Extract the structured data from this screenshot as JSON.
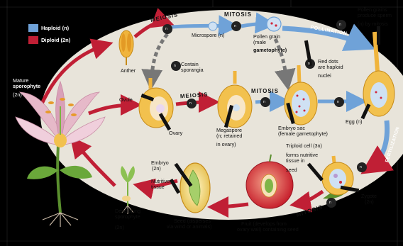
{
  "legend": {
    "haploid": {
      "label": "Haploid (n)",
      "color": "#6fa2d8"
    },
    "diploid": {
      "label": "Diploid (2n)",
      "color": "#c01f35"
    }
  },
  "colors": {
    "background": "#000000",
    "panel": "#e8e4da",
    "red_arrow": "#c01f35",
    "blue_arrow": "#6fa2d8",
    "dashed_arrow": "#777777",
    "anther": "#f0b43c",
    "ovule": "#f2c14e",
    "stem": "#5a8f2e"
  },
  "process_labels": {
    "meiosis_top": "MEIOSIS",
    "mitosis_top": "MITOSIS",
    "pollination": "POLLINATION",
    "meiosis_mid": "MEIOSIS",
    "mitosis_mid": "MITOSIS",
    "fertilization": "FERTILIZATION",
    "mitosis_bottom": "MITOSIS"
  },
  "labels": {
    "mature_sporophyte_1": "Mature",
    "mature_sporophyte_2": "sporophyte",
    "mature_sporophyte_3": "(2n)",
    "anther": "Anther",
    "contain_1": "Contain",
    "contain_2": "sporangia",
    "microspore": "Microspore (n)",
    "pollen_grain_1": "Pollen grain",
    "pollen_grain_2": "(male",
    "pollen_grain_3": "gametophyte)",
    "red_dots_1": "Red dots",
    "red_dots_2": "are haploid",
    "red_dots_3": "nuclei",
    "pollen_sperm_1": "Pollen grains",
    "pollen_sperm_2": "produce sperm",
    "pollen_sperm_3": "(n) by mitosis",
    "ovule": "Ovule",
    "ovary": "Ovary",
    "megaspore_1": "Megaspore",
    "megaspore_2": "(n; retained",
    "megaspore_3": "in ovary)",
    "embryo_sac_1": "Embryo sac",
    "embryo_sac_2": "(female gametophyte)",
    "egg": "Egg (n)",
    "triploid_1": "Triploid cell (3n)",
    "triploid_2": "forms nutritive",
    "triploid_3": "tissue in",
    "triploid_4": "seed",
    "zygote_1": "Zygote",
    "zygote_2": "(2n)",
    "embryo_1": "Embryo",
    "embryo_2": "(2n)",
    "nutritive_1": "Nutritive",
    "nutritive_2": "tissue",
    "seed_1": "Seed (disperses",
    "seed_2": "via wind or animals)",
    "fruit_1": "Fruit (develops from",
    "fruit_2": "ovary wall) containing seed",
    "developing_1": "Developing",
    "developing_2": "sporophyte",
    "developing_3": "(2n)"
  },
  "step_markers": [
    "n",
    "n",
    "n",
    "n",
    "n",
    "n",
    "n",
    "n",
    "n",
    "n"
  ]
}
